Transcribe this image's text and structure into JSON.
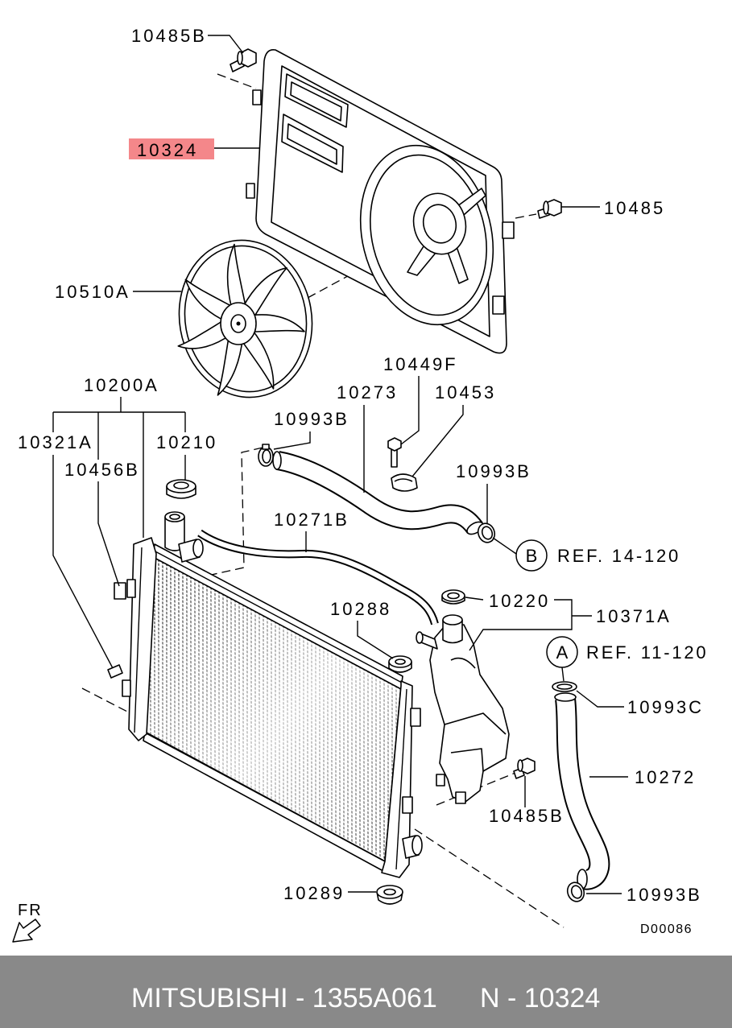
{
  "callouts": [
    "10485B",
    "10324",
    "10485",
    "10510A",
    "10200A",
    "10273",
    "10449F",
    "10453",
    "10993B",
    "10321A",
    "10210",
    "10456B",
    "10993B",
    "10271B",
    "10220",
    "10371A",
    "10288",
    "10993C",
    "10272",
    "10485B",
    "10289",
    "10993B"
  ],
  "references": [
    {
      "letter": "B",
      "text": "REF. 14-120"
    },
    {
      "letter": "A",
      "text": "REF. 11-120"
    }
  ],
  "direction_label": "FR",
  "diagram_code": "D00086",
  "footer": {
    "brand_part": "MITSUBISHI - 1355A061",
    "ref": "N - 10324"
  },
  "colors": {
    "highlight": "#f4878a",
    "footer_bg": "#898989",
    "footer_text": "#ffffff",
    "ink": "#000000"
  }
}
